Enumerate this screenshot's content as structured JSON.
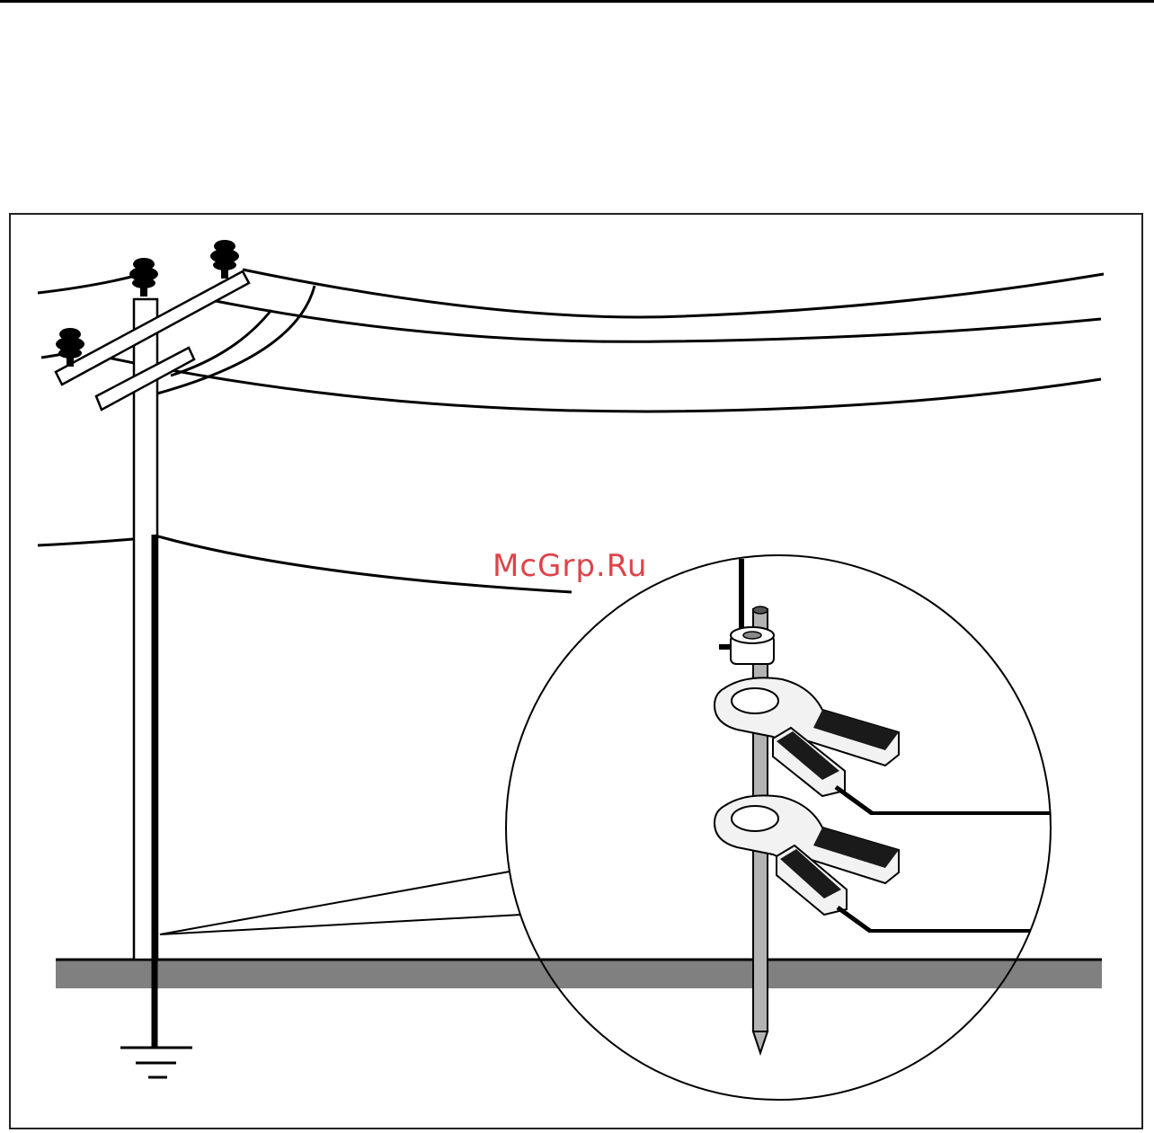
{
  "watermark": {
    "text": "McGrp.Ru",
    "color": "#d9232a"
  },
  "colors": {
    "ground": "#808080",
    "line": "#000000",
    "rod": "#b3b3b3",
    "clamp_body": "#f2f2f2",
    "clamp_handle": "#1a1a1a"
  },
  "icons": {
    "pole": "utility-pole",
    "insulator": "insulator-icon",
    "ground_symbol": "ground-symbol-icon",
    "clamp": "clamp-meter-icon",
    "rod": "ground-rod"
  }
}
